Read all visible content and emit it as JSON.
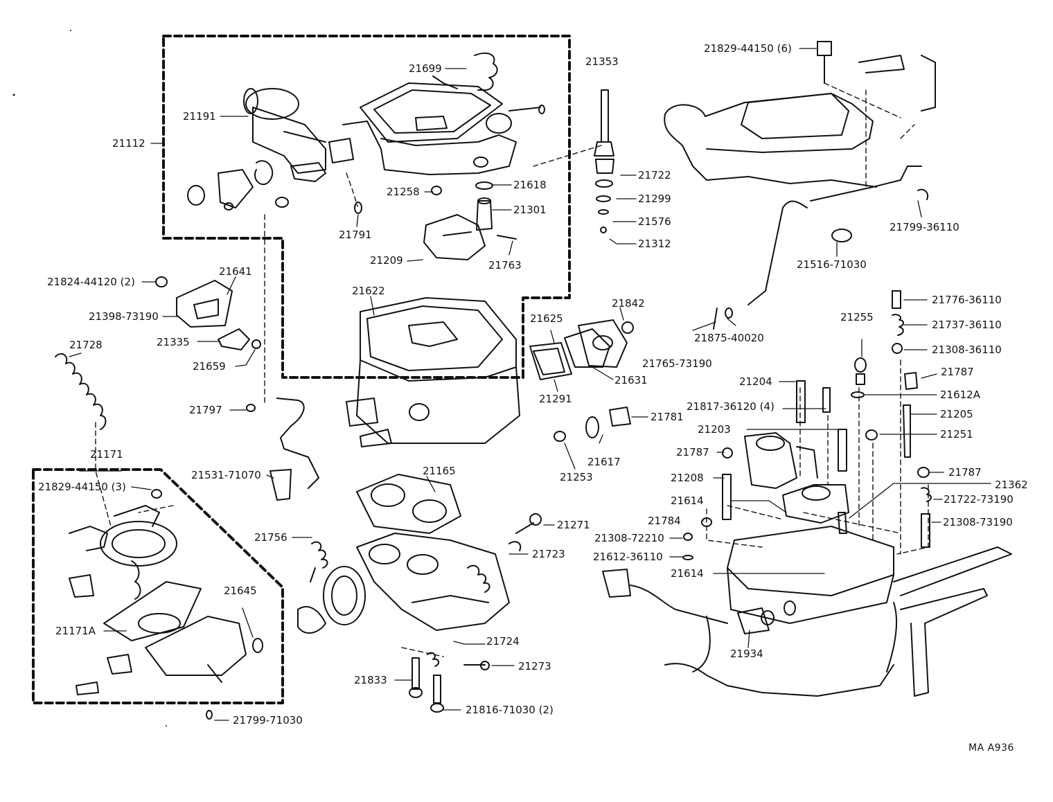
{
  "colors": {
    "ink": "#111111",
    "paper": "#ffffff"
  },
  "labels": {
    "p21699": "21699",
    "p21191": "21191",
    "p21112": "21112",
    "p21258": "21258",
    "p21618": "21618",
    "p21301": "21301",
    "p21791": "21791",
    "p21209": "21209",
    "p21763": "21763",
    "p21353": "21353",
    "p21722": "21722",
    "p21299": "21299",
    "p21576": "21576",
    "p21312": "21312",
    "p21829_44150_6": "21829-44150 (6)",
    "p21799_36110": "21799-36110",
    "p21516_71030": "21516-71030",
    "p21824_44120_2": "21824-44120 (2)",
    "p21641": "21641",
    "p21398_73190": "21398-73190",
    "p21335": "21335",
    "p21659": "21659",
    "p21622": "21622",
    "p21625": "21625",
    "p21842": "21842",
    "p21631": "21631",
    "p21291": "21291",
    "p21728": "21728",
    "p21797": "21797",
    "p21781": "21781",
    "p21617": "21617",
    "p21253": "21253",
    "p21531_71070": "21531-71070",
    "p21171": "21171",
    "p21829_44150_3": "21829-44150 (3)",
    "p21165": "21165",
    "p21271": "21271",
    "p21756": "21756",
    "p21723": "21723",
    "p21645": "21645",
    "p21171A": "21171A",
    "p21724": "21724",
    "p21273": "21273",
    "p21833": "21833",
    "p21816_71030_2": "21816-71030 (2)",
    "p21799_71030": "21799-71030",
    "p21765_73190": "21765-73190",
    "p21875_40020": "21875-40020",
    "p21776_36110": "21776-36110",
    "p21737_36110": "21737-36110",
    "p21308_36110": "21308-36110",
    "p21255": "21255",
    "p21204": "21204",
    "p21787a": "21787",
    "p21612A": "21612A",
    "p21817_36120_4": "21817-36120 (4)",
    "p21205": "21205",
    "p21203": "21203",
    "p21251": "21251",
    "p21787b": "21787",
    "p21787c": "21787",
    "p21208": "21208",
    "p21362": "21362",
    "p21614a": "21614",
    "p21722_73190": "21722-73190",
    "p21784": "21784",
    "p21308_73190": "21308-73190",
    "p21308_72210": "21308-72210",
    "p21612_36110": "21612-36110",
    "p21614b": "21614",
    "p21934": "21934",
    "code": "MA A936"
  }
}
